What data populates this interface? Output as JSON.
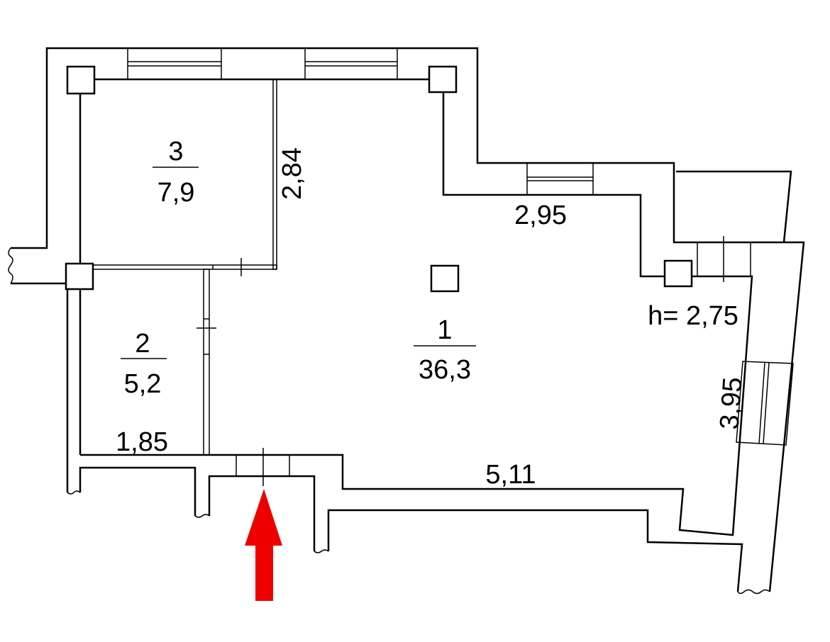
{
  "rooms": [
    {
      "number": "1",
      "area": "36,3"
    },
    {
      "number": "2",
      "area": "5,2"
    },
    {
      "number": "3",
      "area": "7,9"
    }
  ],
  "dimensions": {
    "room3_height": "2,84",
    "room2_width": "1,85",
    "top_right_wall": "2,95",
    "ceiling_height": "h= 2,75",
    "right_wall": "3,95",
    "bottom_wall": "5,11"
  },
  "colors": {
    "wall": "#000000",
    "entrance_arrow": "#ee0000"
  }
}
